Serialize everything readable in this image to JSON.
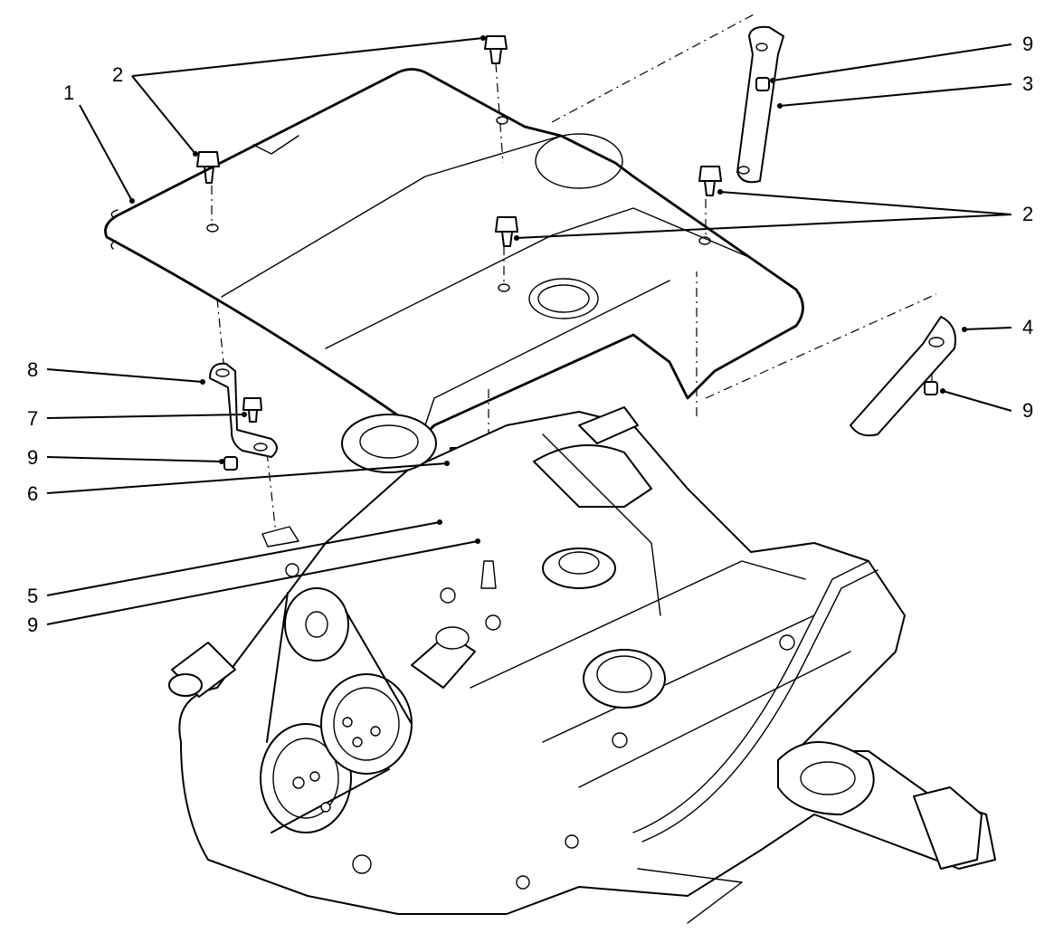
{
  "callouts": [
    {
      "id": "c1",
      "label": "1"
    },
    {
      "id": "c2a",
      "label": "2"
    },
    {
      "id": "c2b",
      "label": "2"
    },
    {
      "id": "c3",
      "label": "3"
    },
    {
      "id": "c4",
      "label": "4"
    },
    {
      "id": "c5",
      "label": "5"
    },
    {
      "id": "c6",
      "label": "6"
    },
    {
      "id": "c7",
      "label": "7"
    },
    {
      "id": "c8",
      "label": "8"
    },
    {
      "id": "c9a",
      "label": "9"
    },
    {
      "id": "c9b",
      "label": "9"
    },
    {
      "id": "c9c",
      "label": "9"
    },
    {
      "id": "c9d",
      "label": "9"
    }
  ],
  "colors": {
    "ink": "#000000",
    "paper": "#ffffff"
  }
}
